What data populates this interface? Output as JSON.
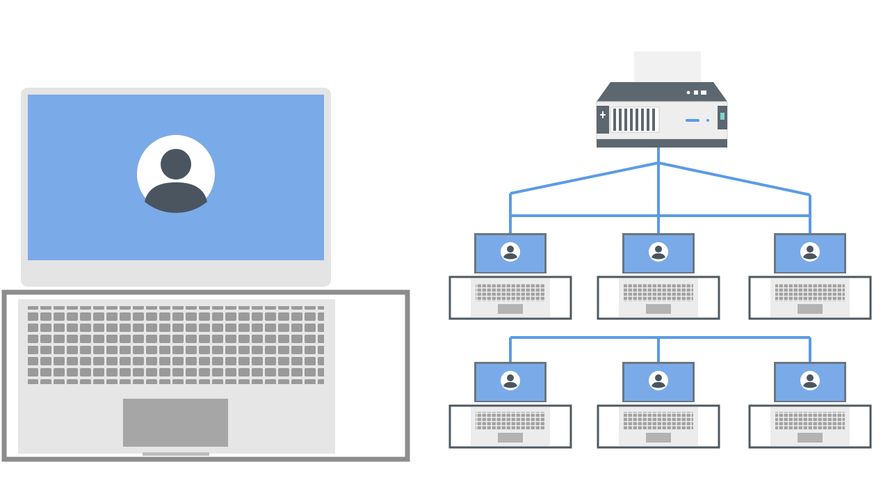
{
  "diagram": {
    "main_laptop": {
      "icon": "user-avatar-icon",
      "screen_color": "#7aabe8"
    },
    "server": {
      "icon": "server-icon"
    },
    "client_laptops": [
      {
        "row": 1,
        "icon": "laptop-icon"
      },
      {
        "row": 1,
        "icon": "laptop-icon"
      },
      {
        "row": 1,
        "icon": "laptop-icon"
      },
      {
        "row": 2,
        "icon": "laptop-icon"
      },
      {
        "row": 2,
        "icon": "laptop-icon"
      },
      {
        "row": 2,
        "icon": "laptop-icon"
      }
    ],
    "colors": {
      "screen_blue": "#7aabe8",
      "connection_line": "#5b9be6",
      "laptop_frame": "#8c8c8c",
      "avatar_dark": "#4a5560",
      "server_dark": "#5d6770"
    }
  }
}
